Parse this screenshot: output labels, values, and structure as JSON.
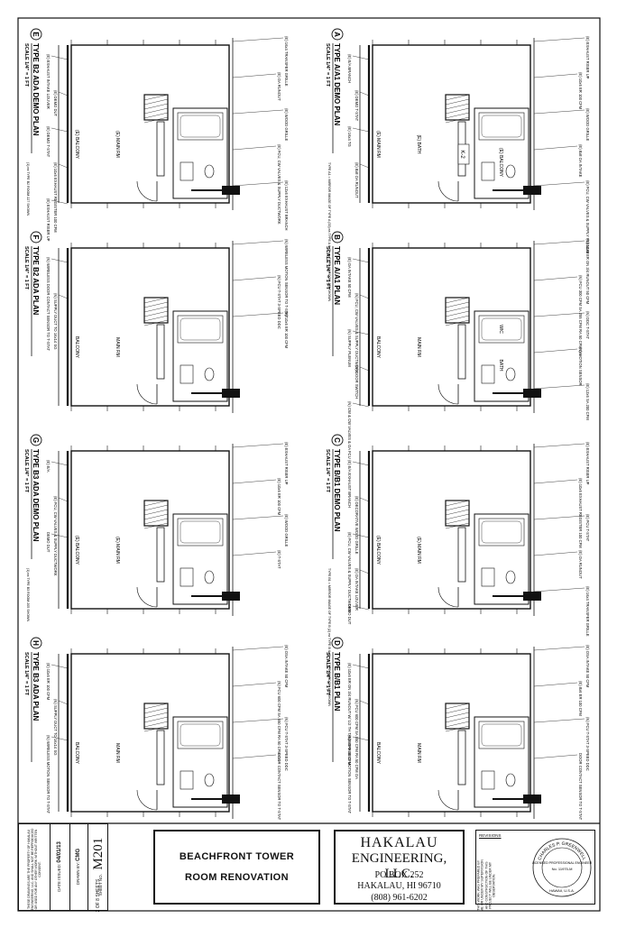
{
  "plans": [
    {
      "id": "A",
      "title": "TYPE A/A1 DEMO PLAN",
      "scale": "SCALE 1/4\" = 1 FT",
      "note": "TYPE A1 = MIRROR IMAGE OF TYPE A (33) ea TYPE A & (3) ea TYPE A1 ROOM 223 SHOWN",
      "rooms": [
        "(E) BATH",
        "(E) MAIN RM",
        "(E) BALCONY"
      ],
      "tag": "K-2",
      "callouts": [
        "(E) EXHAUST RISER UP",
        "(E) E/A BRANCH",
        "(E) 10x6 ER 100 CFM",
        "(E) DEMO T-STAT",
        "(E) WOOD GRILLE",
        "(E) 16x4 TG",
        "(E) 8x8 OA INTAKE",
        "(E) 8x8 OA RUNOUT",
        "(E) FCU, CW VALVES & SUPPLY PLENUM"
      ]
    },
    {
      "id": "B",
      "title": "TYPE A/A1 PLAN",
      "scale": "SCALE 1/4\" = 1 FT",
      "rooms": [
        "MAIN RM",
        "BALCONY",
        "BATH",
        "WIC"
      ],
      "callouts": [
        "(E) 10x6 ER ON 3/4 RUNOUT 50 CFM",
        "(E) OA INTAKE 50 CFM",
        "(N) FCU 300 CFM SA 255 CFM RA 50 CFM OA",
        "(N) FCU, CW VALVES & SUPPLY DUCTWORK",
        "(N) DDC T-STAT",
        "(N) SUPPLY PLENUM",
        "(N) MOTION SENSOR",
        "(N) DOOR SWITCH",
        "(E) 12x6 SA 200 CFM",
        "(N) CW & CW VALVES & OA FCU"
      ]
    },
    {
      "id": "C",
      "title": "TYPE B/B1 DEMO PLAN",
      "scale": "SCALE 1/4\" = 1 FT",
      "note": "TYPE B1 = MIRROR IMAGE OF TYPE B (2) ea TYPE B & (4) ea TYPE B1 ROOM 113 SHOWN",
      "rooms": [
        "(E) MAIN RM",
        "(E) BALCONY"
      ],
      "callouts": [
        "(E) EXHAUST RISER UP",
        "(E) E/A EXHAUST BRANCH",
        "(E) 10x6 EXHAUST REGISTER 100 CFM",
        "(E) DECORATIVE WOOD GRILLE",
        "(E) FCU T-STAT",
        "(E) FCU, CW VALVES & SUPPLY DUCTWORK",
        "(E) OA RUNOUT",
        "(E) OA INTAKE LOUVER",
        "(E) 16x4 TRANSFER GRILLE",
        "DEMO DUT"
      ]
    },
    {
      "id": "D",
      "title": "TYPE B/B1 PLAN",
      "scale": "SCALE 1/4\" = 1 FT",
      "rooms": [
        "MAIN RM",
        "BALCONY"
      ],
      "callouts": [
        "(E) OSA INTAKE 50 CFM",
        "(E) 10x6 ER ON 3/4 RUNOUT W/ 1/2 TH TAKE OFF 50 CFM",
        "(E) 8x6 ER 100 CFM",
        "(N) FCU 600 CFM SA 550 CFM RA 50 CFM OA",
        "(N) FCU T-STAT 3-SPEED DDC",
        "(N) WIRELESS MOTION SENSOR TO T-STAT",
        "DOOR CONTACT SENSOR TO T-STAT"
      ]
    },
    {
      "id": "E",
      "title": "TYPE B2 ADA DEMO PLAN",
      "scale": "SCALE 1/4\" = 1 FT",
      "note": "(1) ea TYPE B2 ROOM 227 SHOWN",
      "rooms": [
        "(E) MAIN RM",
        "(E) BALCONY"
      ],
      "callouts": [
        "(E) 16x4 TRANSFER GRILLE",
        "(E) EXHAUST INTAKE LOUVER",
        "(E) OA RUNOUT",
        "(E) DEMO DUT",
        "(E) WOOD GRILLE",
        "(E) DEMO T-STAT",
        "(E) FCU, CW VALVES & SUPPLY DUCTWORK",
        "(E) 10x6 EXHAUST REGISTER 100 CFM",
        "(E) 12x6 EXHAUST BRANCH",
        "(E) EXHAUST RISER UP"
      ]
    },
    {
      "id": "F",
      "title": "TYPE B2 ADA PLAN",
      "scale": "SCALE 1/4\" = 1 FT",
      "rooms": [
        "MAIN RM",
        "BALCONY"
      ],
      "callouts": [
        "(N) WIRELESS MOTION SENSOR TO T-STAT",
        "(N) WIRELESS DOOR CONTACT SENSOR TO T-STAT",
        "(N) FCU T-STAT 3-SPEED DDC",
        "(N) SUPPLY DUCT TO 16x14 SG",
        "(E) 10x6 ER 100 CFM"
      ]
    },
    {
      "id": "G",
      "title": "TYPE B3 ADA DEMO PLAN",
      "scale": "SCALE 1/4\" = 1 FT",
      "note": "(1) ea TYPE B3 ROOM 205 SHOWN",
      "rooms": [
        "(E) MAIN RM",
        "(E) BALCONY"
      ],
      "callouts": [
        "(E) EXHAUST RISER UP",
        "(E) E/A",
        "(E) 10x6 ER 100 CFM",
        "(E) FCU, CW VALVES & SUPPLY DUCTWORK",
        "(E) WOOD GRILLE",
        "DEMO DUT",
        "(E) T-STAT"
      ]
    },
    {
      "id": "H",
      "title": "TYPE B3 ADA PLAN",
      "scale": "SCALE 1/4\" = 1 FT",
      "rooms": [
        "MAIN RM",
        "BALCONY"
      ],
      "callouts": [
        "(E) OSA INTAKE 50 CFM",
        "(E) 10x6 ER 100 CFM",
        "(N) FCU 600 CFM SA 550 CFM RA 50 CFM OA",
        "(N) SUPPLY DUCT TO 16x14 SG",
        "(N) FCU T-STAT 3-SPEED DDC",
        "(N) WIRELESS MOTION SENSOR TO T-STAT",
        "DOOR CONTACT SENSOR TO T-STAT"
      ]
    }
  ],
  "title_block": {
    "project_line1": "BEACHFRONT TOWER",
    "project_line2": "ROOM RENOVATION",
    "firm_name_1": "HAKALAU",
    "firm_name_2": "ENGINEERING, LLC.",
    "po_box": "PO BOX 252",
    "city": "HAKALAU, HI 96710",
    "phone": "(808) 961-6202",
    "sheet_label": "SHEET NO.",
    "sheet_no": "M201",
    "sheet_of_label": "2  OF  8  SHEETS",
    "date_label": "DATE ISSUED:",
    "date": "04/01/13",
    "drawn_label": "DRAWN BY:",
    "drawn_by": "CMG",
    "revisions_label": "REVISIONS",
    "stamp_name": "CHARLES P. GREENWELL",
    "stamp_sub": "LICENSED PROFESSIONAL ENGINEER",
    "stamp_no": "No. 11975-M",
    "stamp_state": "HAWAII, U.S.A.",
    "cert_note": "THIS WORK WAS PREPARED BY ME OR UNDER MY SUPERVISION AND CONSTRUCTION OF THIS PROJECT WILL BE UNDER MY OBSERVATION.",
    "copyright_note": "THESE DRAWINGS ARE THE PROPERTY OF HAKALAU ENGINEERING, LLC. AND SHALL NOT BE REPRODUCED OR USED FOR ANY OTHER WORK WITHOUT WRITTEN CONSENT."
  }
}
